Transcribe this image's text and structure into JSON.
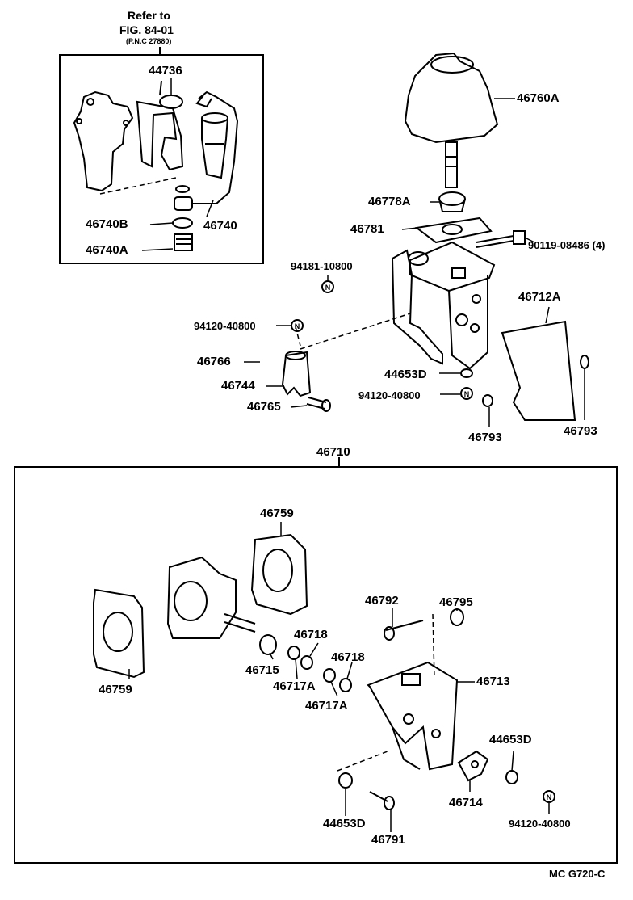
{
  "reference": {
    "refer_to": "Refer to",
    "figure": "FIG. 84-01",
    "pnc": "(P.N.C 27880)"
  },
  "parts": {
    "p44736": "44736",
    "p46740B": "46740B",
    "p46740": "46740",
    "p46740A": "46740A",
    "p46760A": "46760A",
    "p46778A": "46778A",
    "p46781": "46781",
    "p90119": "90119-08486 (4)",
    "p94181": "94181-10800",
    "p94120_a": "94120-40800",
    "p46712A": "46712A",
    "p46766": "46766",
    "p46744": "46744",
    "p46765": "46765",
    "p44653D_a": "44653D",
    "p94120_b": "94120-40800",
    "p46793_a": "46793",
    "p46793_b": "46793",
    "p46710": "46710",
    "p46759_a": "46759",
    "p46759_b": "46759",
    "p46795": "46795",
    "p46792": "46792",
    "p46718_a": "46718",
    "p46718_b": "46718",
    "p46715": "46715",
    "p46717A_a": "46717A",
    "p46717A_b": "46717A",
    "p46713": "46713",
    "p44653D_b": "44653D",
    "p46714": "46714",
    "p44653D_c": "44653D",
    "p46791": "46791",
    "p94120_c": "94120-40800"
  },
  "footer": {
    "code": "MC G720-C"
  }
}
